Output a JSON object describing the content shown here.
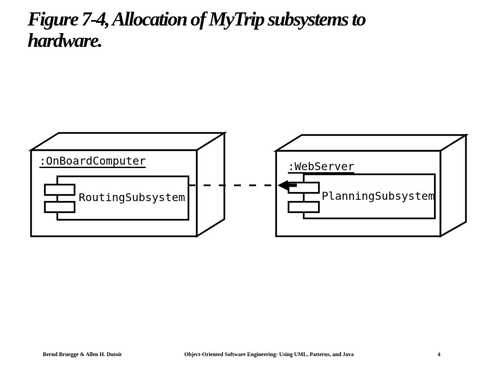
{
  "slide": {
    "title": "Figure 7-4, Allocation of MyTrip subsystems to hardware."
  },
  "diagram": {
    "type": "uml-deployment-diagram",
    "nodes": [
      {
        "label": ":OnBoardComputer",
        "component": "RoutingSubsystem"
      },
      {
        "label": ":WebServer",
        "component": "PlanningSubsystem"
      }
    ],
    "connector": {
      "style": "dashed",
      "from": "RoutingSubsystem",
      "to": "PlanningSubsystem",
      "arrowhead": "solid-pointing-left"
    }
  },
  "footer": {
    "authors": "Bernd Bruegge & Allen H. Dutoit",
    "book_title": "Object-Oriented Software Engineering: Using UML, Patterns, and Java",
    "page_number": "4"
  },
  "colors": {
    "ink": "#000000",
    "background": "#ffffff"
  }
}
